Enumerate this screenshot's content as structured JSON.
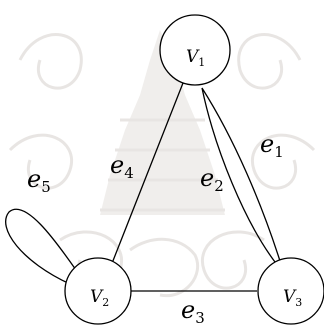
{
  "graph": {
    "vertices": [
      {
        "id": "v1",
        "letter": "V",
        "index": "1"
      },
      {
        "id": "v2",
        "letter": "V",
        "index": "2"
      },
      {
        "id": "v3",
        "letter": "V",
        "index": "3"
      }
    ],
    "edges": [
      {
        "id": "e1",
        "letter": "e",
        "index": "1",
        "from": "v1",
        "to": "v3"
      },
      {
        "id": "e2",
        "letter": "e",
        "index": "2",
        "from": "v1",
        "to": "v3"
      },
      {
        "id": "e3",
        "letter": "e",
        "index": "3",
        "from": "v2",
        "to": "v3"
      },
      {
        "id": "e4",
        "letter": "e",
        "index": "4",
        "from": "v1",
        "to": "v2"
      },
      {
        "id": "e5",
        "letter": "e",
        "index": "5",
        "from": "v2",
        "to": "v2"
      }
    ]
  },
  "colors": {
    "line": "#000000",
    "watermark": "#e6e3e0",
    "background": "#ffffff"
  }
}
